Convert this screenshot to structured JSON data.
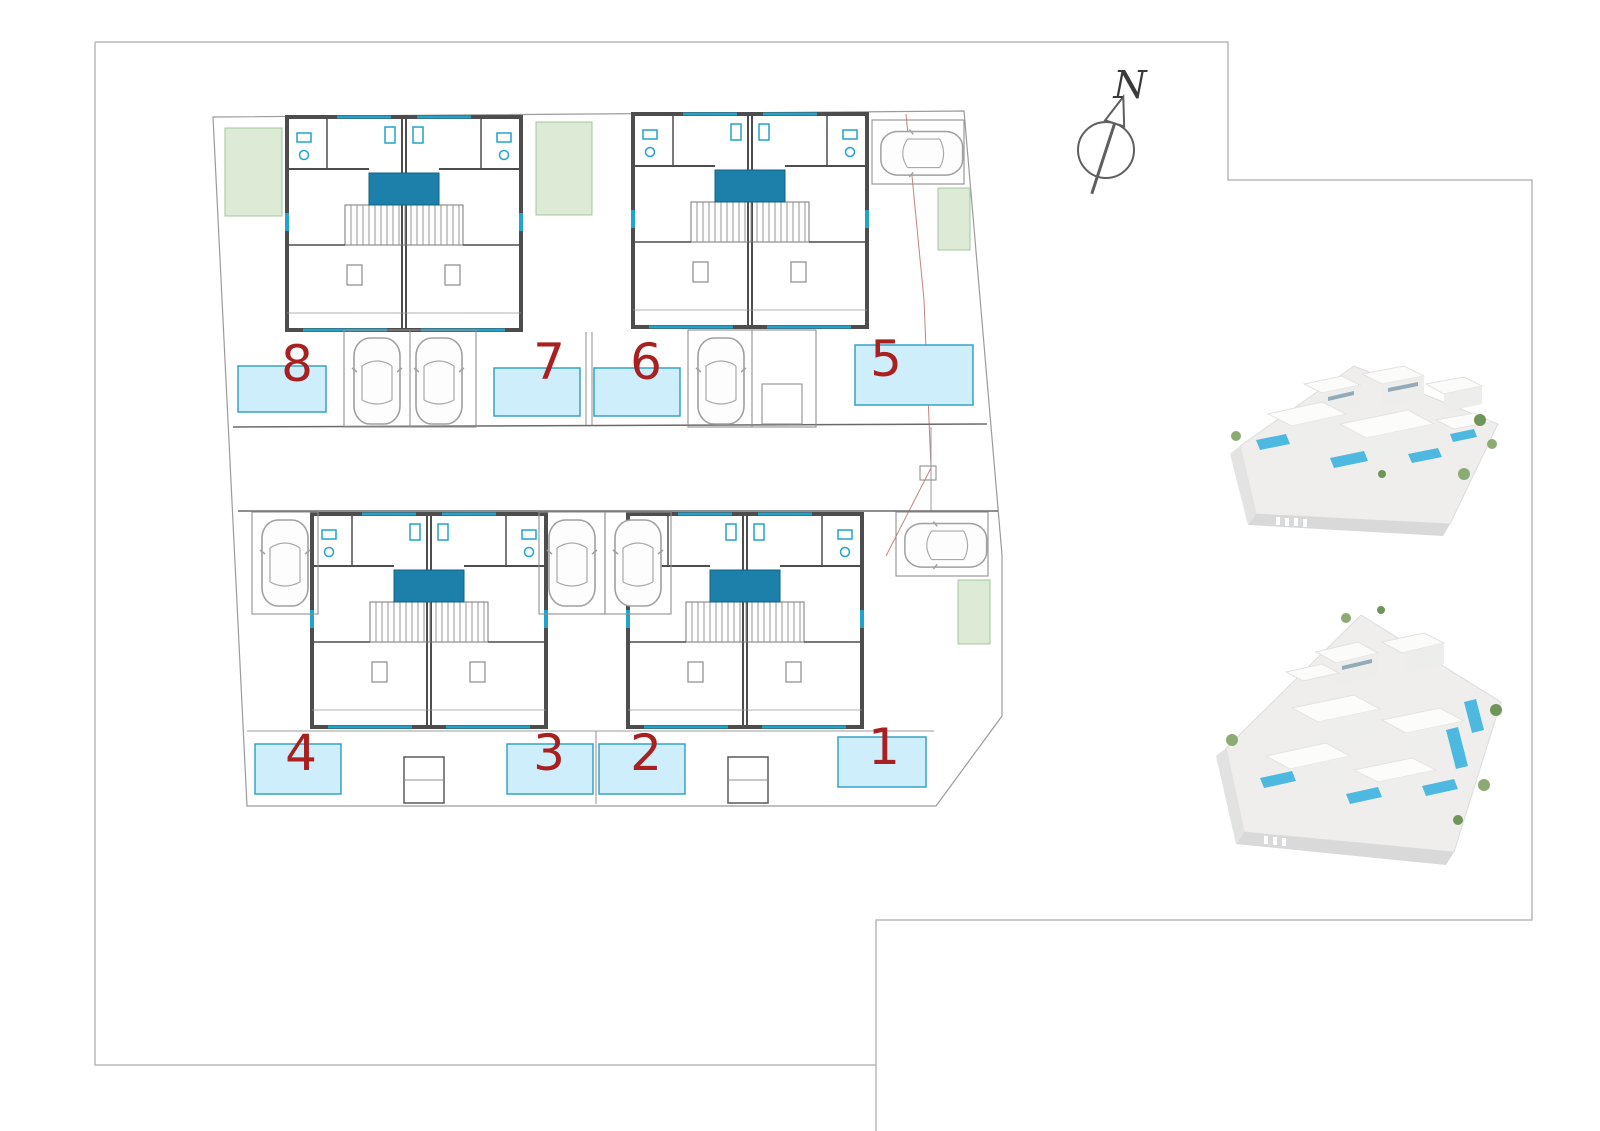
{
  "compass": {
    "label": "N"
  },
  "units": [
    {
      "number": "1"
    },
    {
      "number": "2"
    },
    {
      "number": "3"
    },
    {
      "number": "4"
    },
    {
      "number": "5"
    },
    {
      "number": "6"
    },
    {
      "number": "7"
    },
    {
      "number": "8"
    }
  ],
  "plan": {
    "pool_count": 8,
    "blocks": [
      {
        "name": "north-row",
        "unit_numbers": [
          "8",
          "7",
          "6",
          "5"
        ]
      },
      {
        "name": "south-row",
        "unit_numbers": [
          "4",
          "3",
          "2",
          "1"
        ]
      }
    ]
  },
  "colors": {
    "unit_number_red": "#a8201f",
    "pool_fill": "#cfeefb",
    "pool_border": "#35a2c9",
    "skylight_blue": "#1d80ab",
    "fixture_cyan": "#21a3cb",
    "wall_gray": "#4d4d4d",
    "landscape_green": "#dcead6",
    "render_pool_blue": "#4db9e0"
  },
  "icons": {
    "north_arrow": "compass-north-arrow",
    "car": "car-top-view"
  }
}
